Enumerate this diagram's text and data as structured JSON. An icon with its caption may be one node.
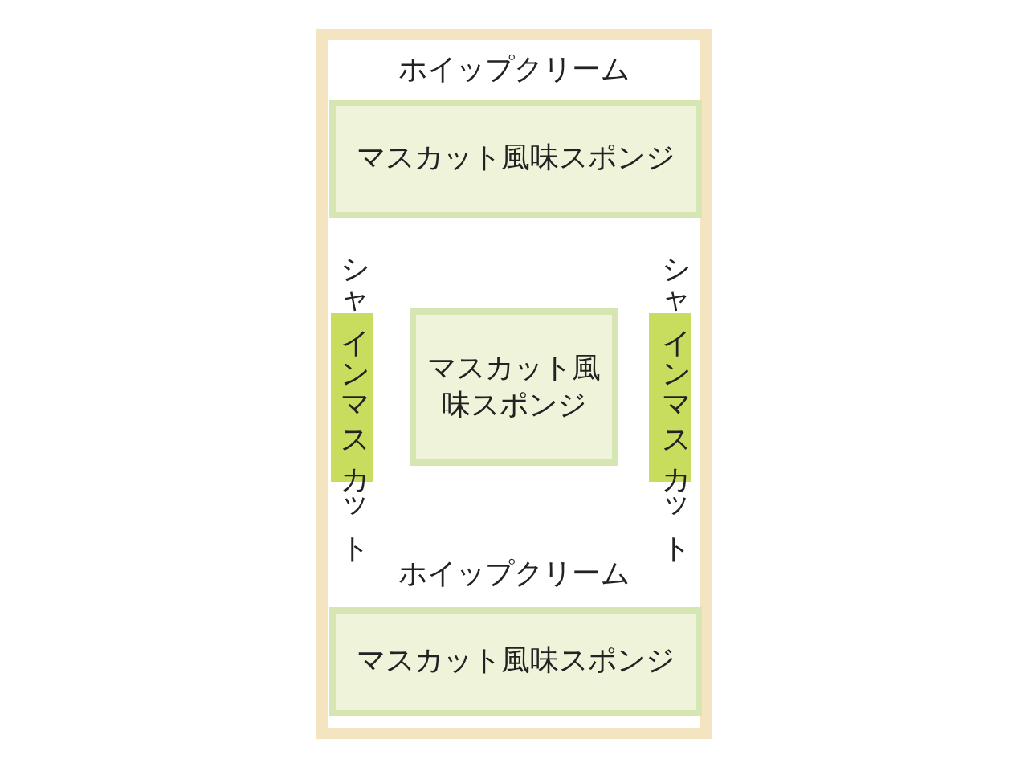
{
  "diagram": {
    "nodes": [
      {
        "text": [
          "マスカット風味スポンジ"
        ]
      },
      {
        "text": [],
        "shape": "bar"
      },
      {
        "text": [
          "マスカット風味スポンジ"
        ]
      },
      {
        "text": [],
        "shape": "bar"
      },
      {
        "text": [
          "マスカット風味スポンジ"
        ]
      }
    ],
    "edges": [],
    "labels": [
      "ホイップクリーム",
      "シャインマスカット",
      "シャインマスカット",
      "ホイップクリーム"
    ]
  }
}
